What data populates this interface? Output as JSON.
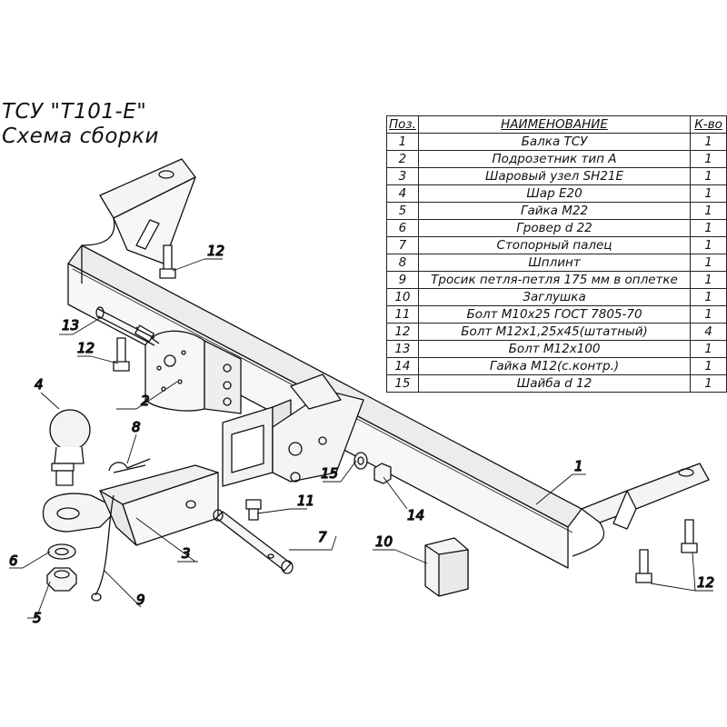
{
  "title": {
    "line1": "ТСУ \"T101-E\"",
    "line2": "Схема сборки"
  },
  "table": {
    "headers": {
      "pos": "Поз.",
      "name": "НАИМЕНОВАНИЕ",
      "qty": "К-во"
    },
    "rows": [
      {
        "pos": "1",
        "name": "Балка ТСУ",
        "qty": "1"
      },
      {
        "pos": "2",
        "name": "Подрозетник тип А",
        "qty": "1"
      },
      {
        "pos": "3",
        "name": "Шаровый узел SH21E",
        "qty": "1"
      },
      {
        "pos": "4",
        "name": "Шар E20",
        "qty": "1"
      },
      {
        "pos": "5",
        "name": "Гайка М22",
        "qty": "1"
      },
      {
        "pos": "6",
        "name": "Гровер d 22",
        "qty": "1"
      },
      {
        "pos": "7",
        "name": "Стопорный палец",
        "qty": "1"
      },
      {
        "pos": "8",
        "name": "Шплинт",
        "qty": "1"
      },
      {
        "pos": "9",
        "name": "Тросик петля-петля 175 мм в оплетке",
        "qty": "1"
      },
      {
        "pos": "10",
        "name": "Заглушка",
        "qty": "1"
      },
      {
        "pos": "11",
        "name": "Болт М10x25 ГОСТ 7805-70",
        "qty": "1"
      },
      {
        "pos": "12",
        "name": "Болт М12x1,25x45(штатный)",
        "qty": "4"
      },
      {
        "pos": "13",
        "name": "Болт М12x100",
        "qty": "1"
      },
      {
        "pos": "14",
        "name": "Гайка М12(с.контр.)",
        "qty": "1"
      },
      {
        "pos": "15",
        "name": "Шайба d 12",
        "qty": "1"
      }
    ]
  },
  "callouts": {
    "c1": "1",
    "c2": "2",
    "c3": "3",
    "c4": "4",
    "c5": "5",
    "c6": "6",
    "c7": "7",
    "c8": "8",
    "c9": "9",
    "c10": "10",
    "c11": "11",
    "c12a": "12",
    "c12b": "12",
    "c12c": "12",
    "c13": "13",
    "c14": "14",
    "c15": "15"
  }
}
